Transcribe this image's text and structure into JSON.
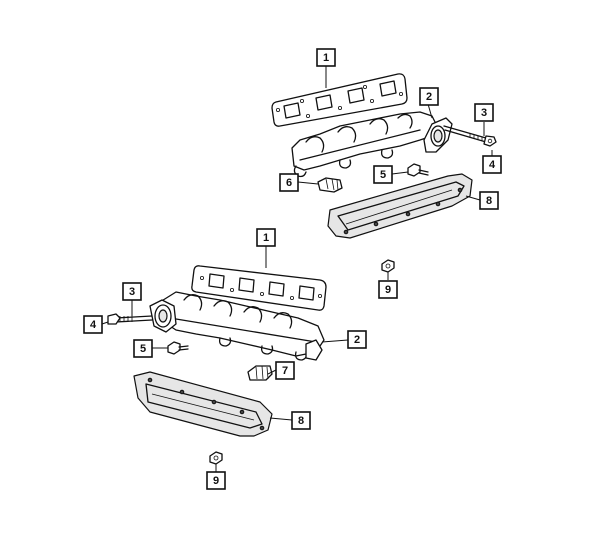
{
  "callouts": [
    {
      "id": "c1a",
      "label": "1"
    },
    {
      "id": "c2a",
      "label": "2"
    },
    {
      "id": "c3a",
      "label": "3"
    },
    {
      "id": "c4a",
      "label": "4"
    },
    {
      "id": "c5a",
      "label": "5"
    },
    {
      "id": "c6a",
      "label": "6"
    },
    {
      "id": "c8a",
      "label": "8"
    },
    {
      "id": "c9a",
      "label": "9"
    },
    {
      "id": "c1b",
      "label": "1"
    },
    {
      "id": "c3b",
      "label": "3"
    },
    {
      "id": "c4b",
      "label": "4"
    },
    {
      "id": "c2b",
      "label": "2"
    },
    {
      "id": "c5b",
      "label": "5"
    },
    {
      "id": "c7b",
      "label": "7"
    },
    {
      "id": "c8b",
      "label": "8"
    },
    {
      "id": "c9b",
      "label": "9"
    }
  ]
}
